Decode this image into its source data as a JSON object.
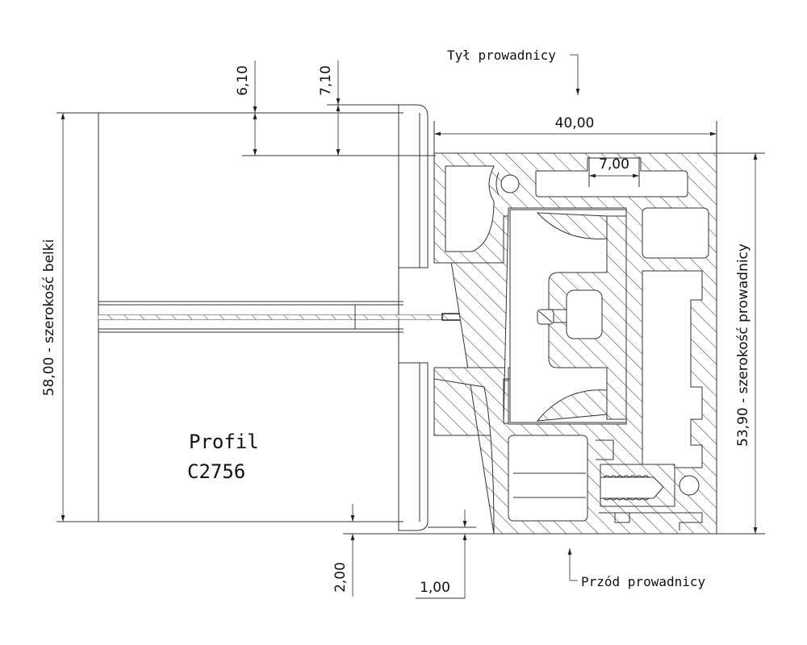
{
  "drawing": {
    "labels": {
      "rear": "Tył prowadnicy",
      "front": "Przód prowadnicy",
      "profile_line1": "Profil",
      "profile_line2": "C2756"
    },
    "dimensions": {
      "beam_width": "58,00 - szerokość belki",
      "guide_width": "53,90 - szerokość prowadnicy",
      "guide_depth": "40,00",
      "slot": "7,00",
      "offset_a": "6,10",
      "offset_b": "7,10",
      "gap_bottom_a": "2,00",
      "gap_bottom_b": "1,00"
    },
    "colors": {
      "line": "#333333",
      "background": "#ffffff"
    }
  }
}
